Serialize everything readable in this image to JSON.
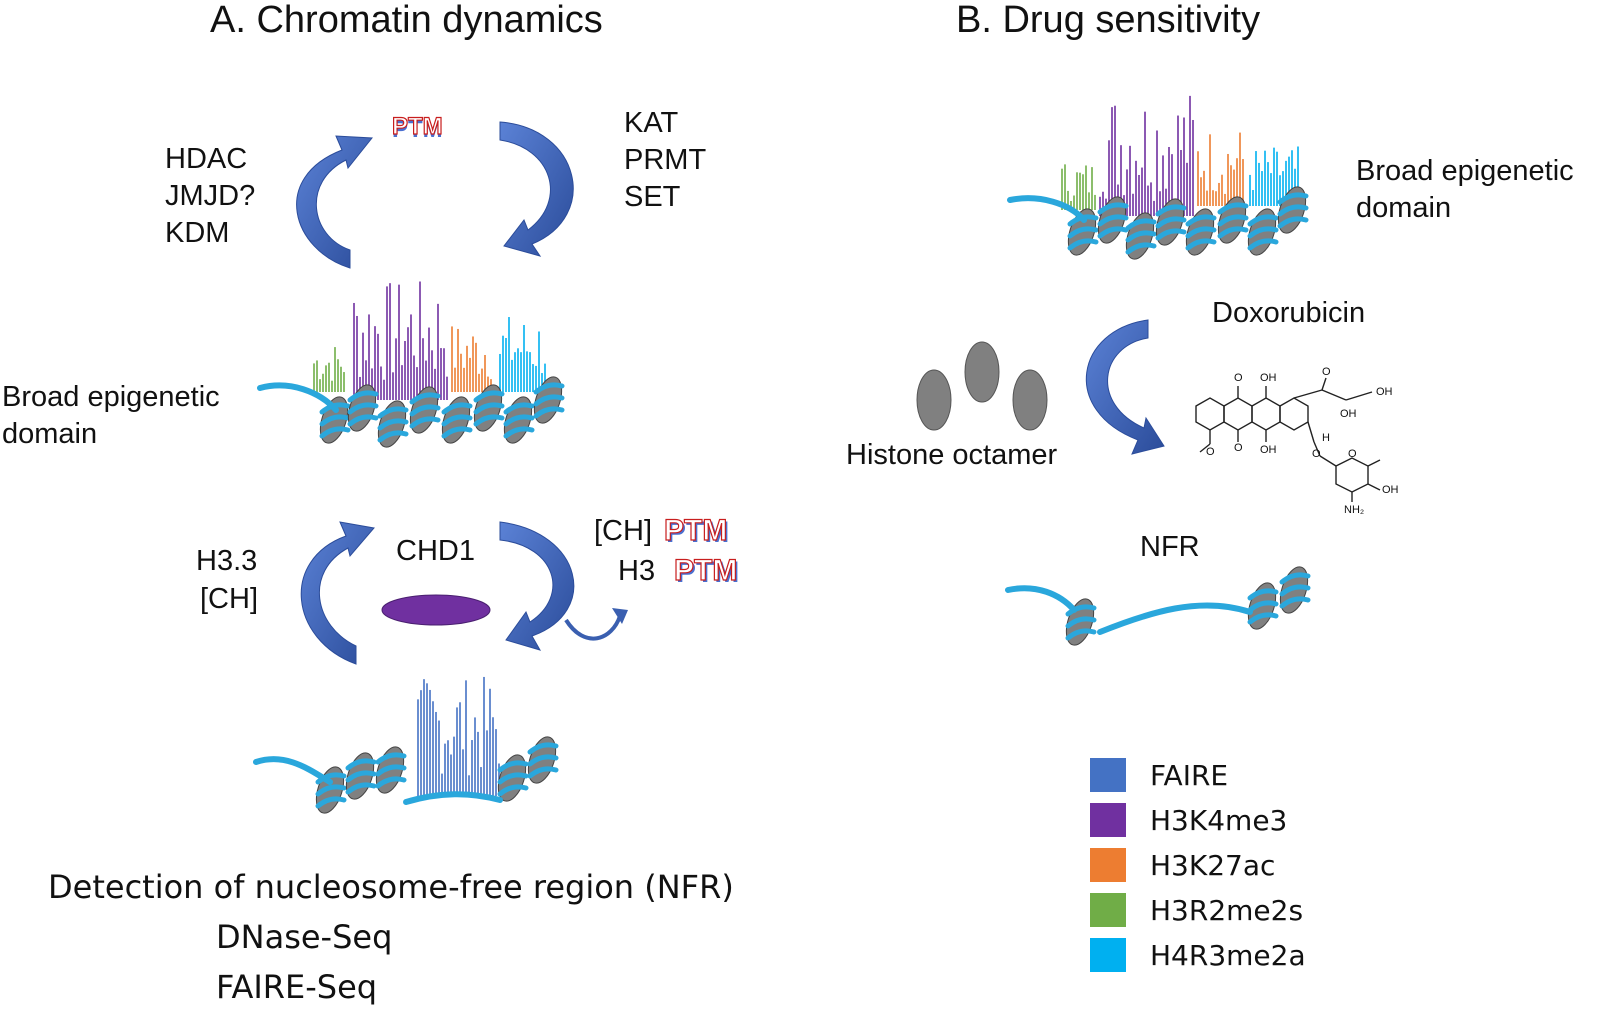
{
  "panel_a": {
    "title": "A. Chromatin dynamics",
    "top_cycle": {
      "center_label": "PTM",
      "left_enzymes": [
        "HDAC",
        "JMJD?",
        "KDM"
      ],
      "right_enzymes": [
        "KAT",
        "PRMT",
        "SET"
      ]
    },
    "broad_domain_label": [
      "Broad epigenetic",
      "domain"
    ],
    "bottom_cycle": {
      "center_label": "CHD1",
      "left_labels": [
        "H3.3",
        "[CH]"
      ],
      "right_line1_prefix": "[CH]",
      "right_line1_ptm": "PTM",
      "right_line2_prefix": "H3",
      "right_line2_ptm": "PTM"
    },
    "detection": {
      "heading": "Detection of nucleosome-free region (NFR)",
      "methods": [
        "DNase-Seq",
        "FAIRE-Seq"
      ]
    }
  },
  "panel_b": {
    "title": "B. Drug sensitivity",
    "broad_domain_label": [
      "Broad epigenetic",
      "domain"
    ],
    "drug_label": "Doxorubicin",
    "octamer_label": "Histone octamer",
    "nfr_label": "NFR",
    "chem_labels": {
      "o1": "O",
      "oh1": "OH",
      "o2": "O",
      "ch2oh": "OH",
      "oh_ring": "OH",
      "o3": "O",
      "oh2": "OH",
      "h": "H",
      "o4": "O",
      "o5": "O",
      "ome": "O",
      "oh3": "OH",
      "nh2": "NH₂"
    }
  },
  "legend": [
    {
      "label": "FAIRE",
      "color": "#4472c4"
    },
    {
      "label": "H3K4me3",
      "color": "#7030a0"
    },
    {
      "label": "H3K27ac",
      "color": "#ed7d31"
    },
    {
      "label": "H3R2me2s",
      "color": "#70ad47"
    },
    {
      "label": "H4R3me2a",
      "color": "#00b0f0"
    }
  ],
  "colors": {
    "arrow": "#3a5fb0",
    "dna": "#2aa7dc",
    "histone": "#808080",
    "chd1": "#7030a0"
  }
}
